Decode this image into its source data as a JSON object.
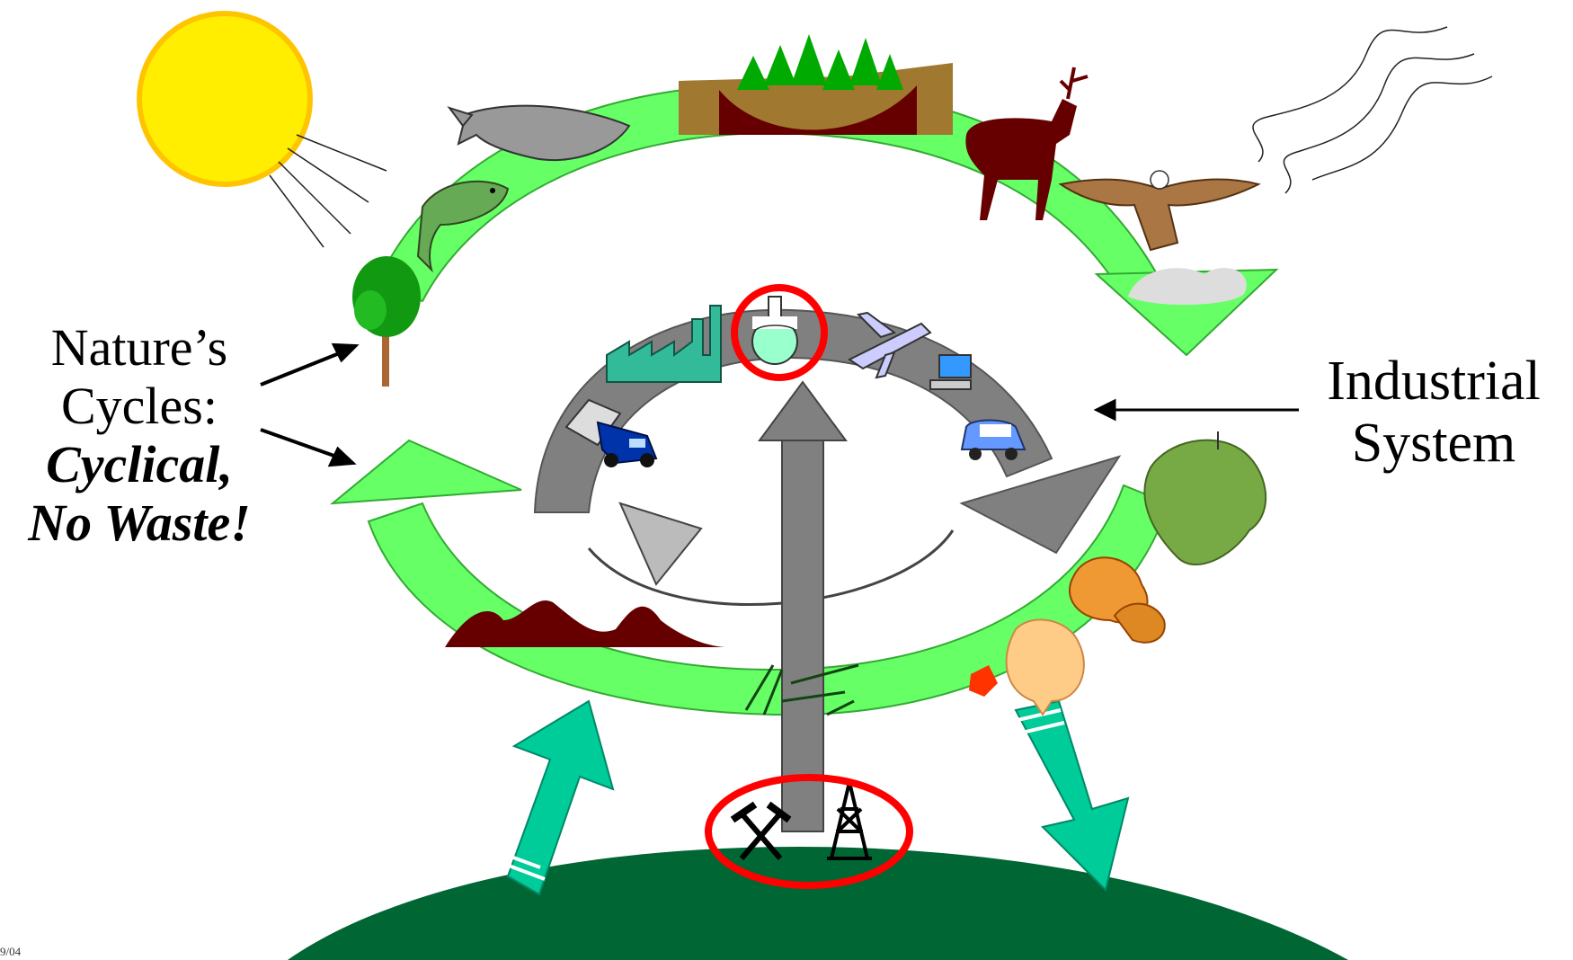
{
  "labels": {
    "nature_line1": "Nature’s",
    "nature_line2": "Cycles:",
    "nature_line3": "Cyclical,",
    "nature_line4": "No Waste!",
    "industrial_line1": "Industrial",
    "industrial_line2": "System",
    "footer": "9/04"
  },
  "colors": {
    "nature_cycle": "#66ff66",
    "industrial_cycle": "#808080",
    "extraction_arrow": "#00cc99",
    "earth": "#006633",
    "highlight_circle": "#ff0000",
    "sun": "#ffee00"
  },
  "icons": [
    "sun-icon",
    "heat-waves-icon",
    "whale-icon",
    "fish-icon",
    "tree-icon",
    "forest-landscape-icon",
    "deer-icon",
    "eagle-icon",
    "cloud-icon",
    "oak-leaf-icon",
    "autumn-leaves-icon",
    "maple-leaf-icon",
    "hills-icon",
    "grass-icon",
    "factory-icon",
    "flask-icon",
    "airplane-icon",
    "computer-icon",
    "car-icon",
    "truck-icon",
    "pickaxe-hammer-icon",
    "oil-derrick-icon"
  ]
}
